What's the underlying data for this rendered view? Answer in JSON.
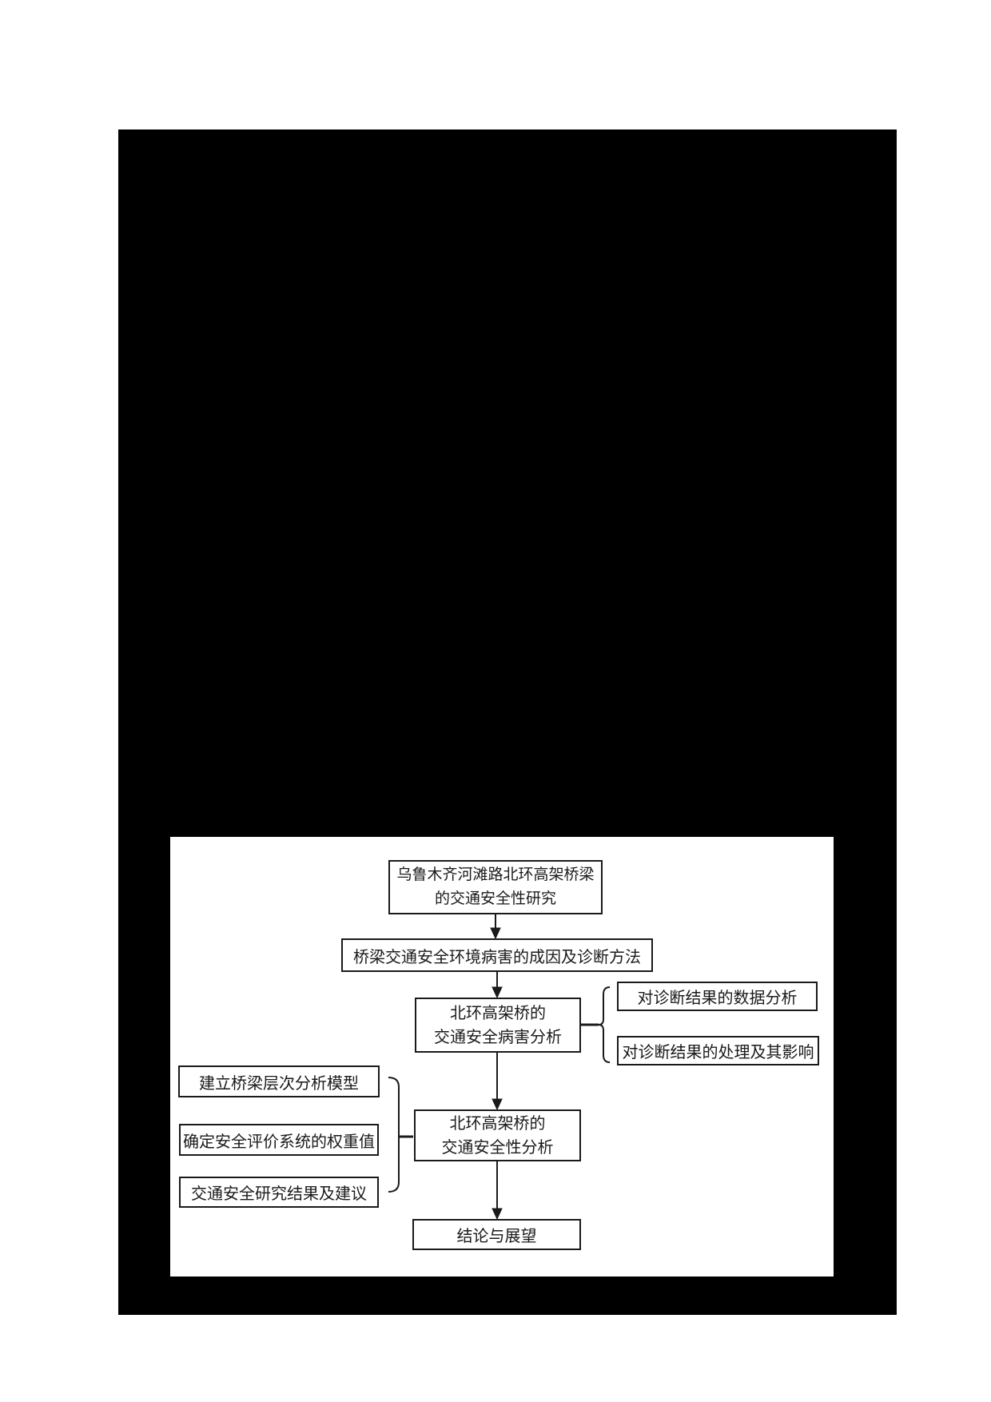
{
  "colors": {
    "page_background": "#ffffff",
    "redaction_background": "#000000",
    "figure_background": "#ffffff",
    "line_color": "#1a1a1a",
    "text_color": "#1a1a1a"
  },
  "flowchart": {
    "nodes": {
      "title": {
        "line1": "乌鲁木齐河滩路北环高架桥梁",
        "line2": "的交通安全性研究"
      },
      "cause_method": {
        "label": "桥梁交通安全环境病害的成因及诊断方法"
      },
      "disease_analysis": {
        "line1": "北环高架桥的",
        "line2": "交通安全病害分析"
      },
      "data_analysis": {
        "label": "对诊断结果的数据分析"
      },
      "result_handling": {
        "label": "对诊断结果的处理及其影响"
      },
      "ahp_model": {
        "label": "建立桥梁层次分析模型"
      },
      "weight_value": {
        "label": "确定安全评价系统的权重值"
      },
      "research_results": {
        "label": "交通安全研究结果及建议"
      },
      "safety_analysis": {
        "line1": "北环高架桥的",
        "line2": "交通安全性分析"
      },
      "conclusion": {
        "label": "结论与展望"
      }
    },
    "edges": [
      {
        "from": "title",
        "to": "cause_method",
        "type": "arrow-down"
      },
      {
        "from": "cause_method",
        "to": "disease_analysis",
        "type": "arrow-down"
      },
      {
        "from": "disease_analysis",
        "to": "data_analysis",
        "type": "brace-right"
      },
      {
        "from": "disease_analysis",
        "to": "result_handling",
        "type": "brace-right"
      },
      {
        "from": "disease_analysis",
        "to": "safety_analysis",
        "type": "arrow-down"
      },
      {
        "from": "ahp_model",
        "to": "safety_analysis",
        "type": "brace-left"
      },
      {
        "from": "weight_value",
        "to": "safety_analysis",
        "type": "brace-left"
      },
      {
        "from": "research_results",
        "to": "safety_analysis",
        "type": "brace-left"
      },
      {
        "from": "safety_analysis",
        "to": "conclusion",
        "type": "arrow-down"
      }
    ]
  }
}
